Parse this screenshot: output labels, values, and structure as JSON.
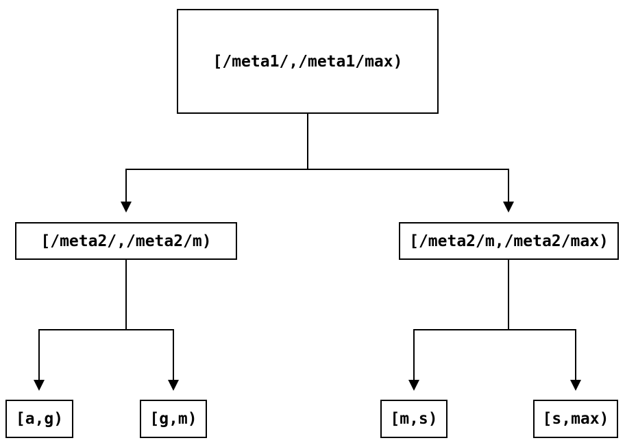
{
  "diagram": {
    "type": "tree",
    "nodes": {
      "root": {
        "label": "[/meta1/,/meta1/max)"
      },
      "meta2_low": {
        "label": "[/meta2/,/meta2/m)"
      },
      "meta2_high": {
        "label": "[/meta2/m,/meta2/max)"
      },
      "leaf_ag": {
        "label": "[a,g)"
      },
      "leaf_gm": {
        "label": "[g,m)"
      },
      "leaf_ms": {
        "label": "[m,s)"
      },
      "leaf_smax": {
        "label": "[s,max)"
      }
    },
    "edges": [
      {
        "from": "[/meta1/,/meta1/max)",
        "to": "[/meta2/,/meta2/m)"
      },
      {
        "from": "[/meta1/,/meta1/max)",
        "to": "[/meta2/m,/meta2/max)"
      },
      {
        "from": "[/meta2/,/meta2/m)",
        "to": "[a,g)"
      },
      {
        "from": "[/meta2/,/meta2/m)",
        "to": "[g,m)"
      },
      {
        "from": "[/meta2/m,/meta2/max)",
        "to": "[m,s)"
      },
      {
        "from": "[/meta2/m,/meta2/max)",
        "to": "[s,max)"
      }
    ],
    "colors": {
      "line": "#000000",
      "box_border": "#000000",
      "text": "#000000",
      "background": "#ffffff"
    }
  }
}
